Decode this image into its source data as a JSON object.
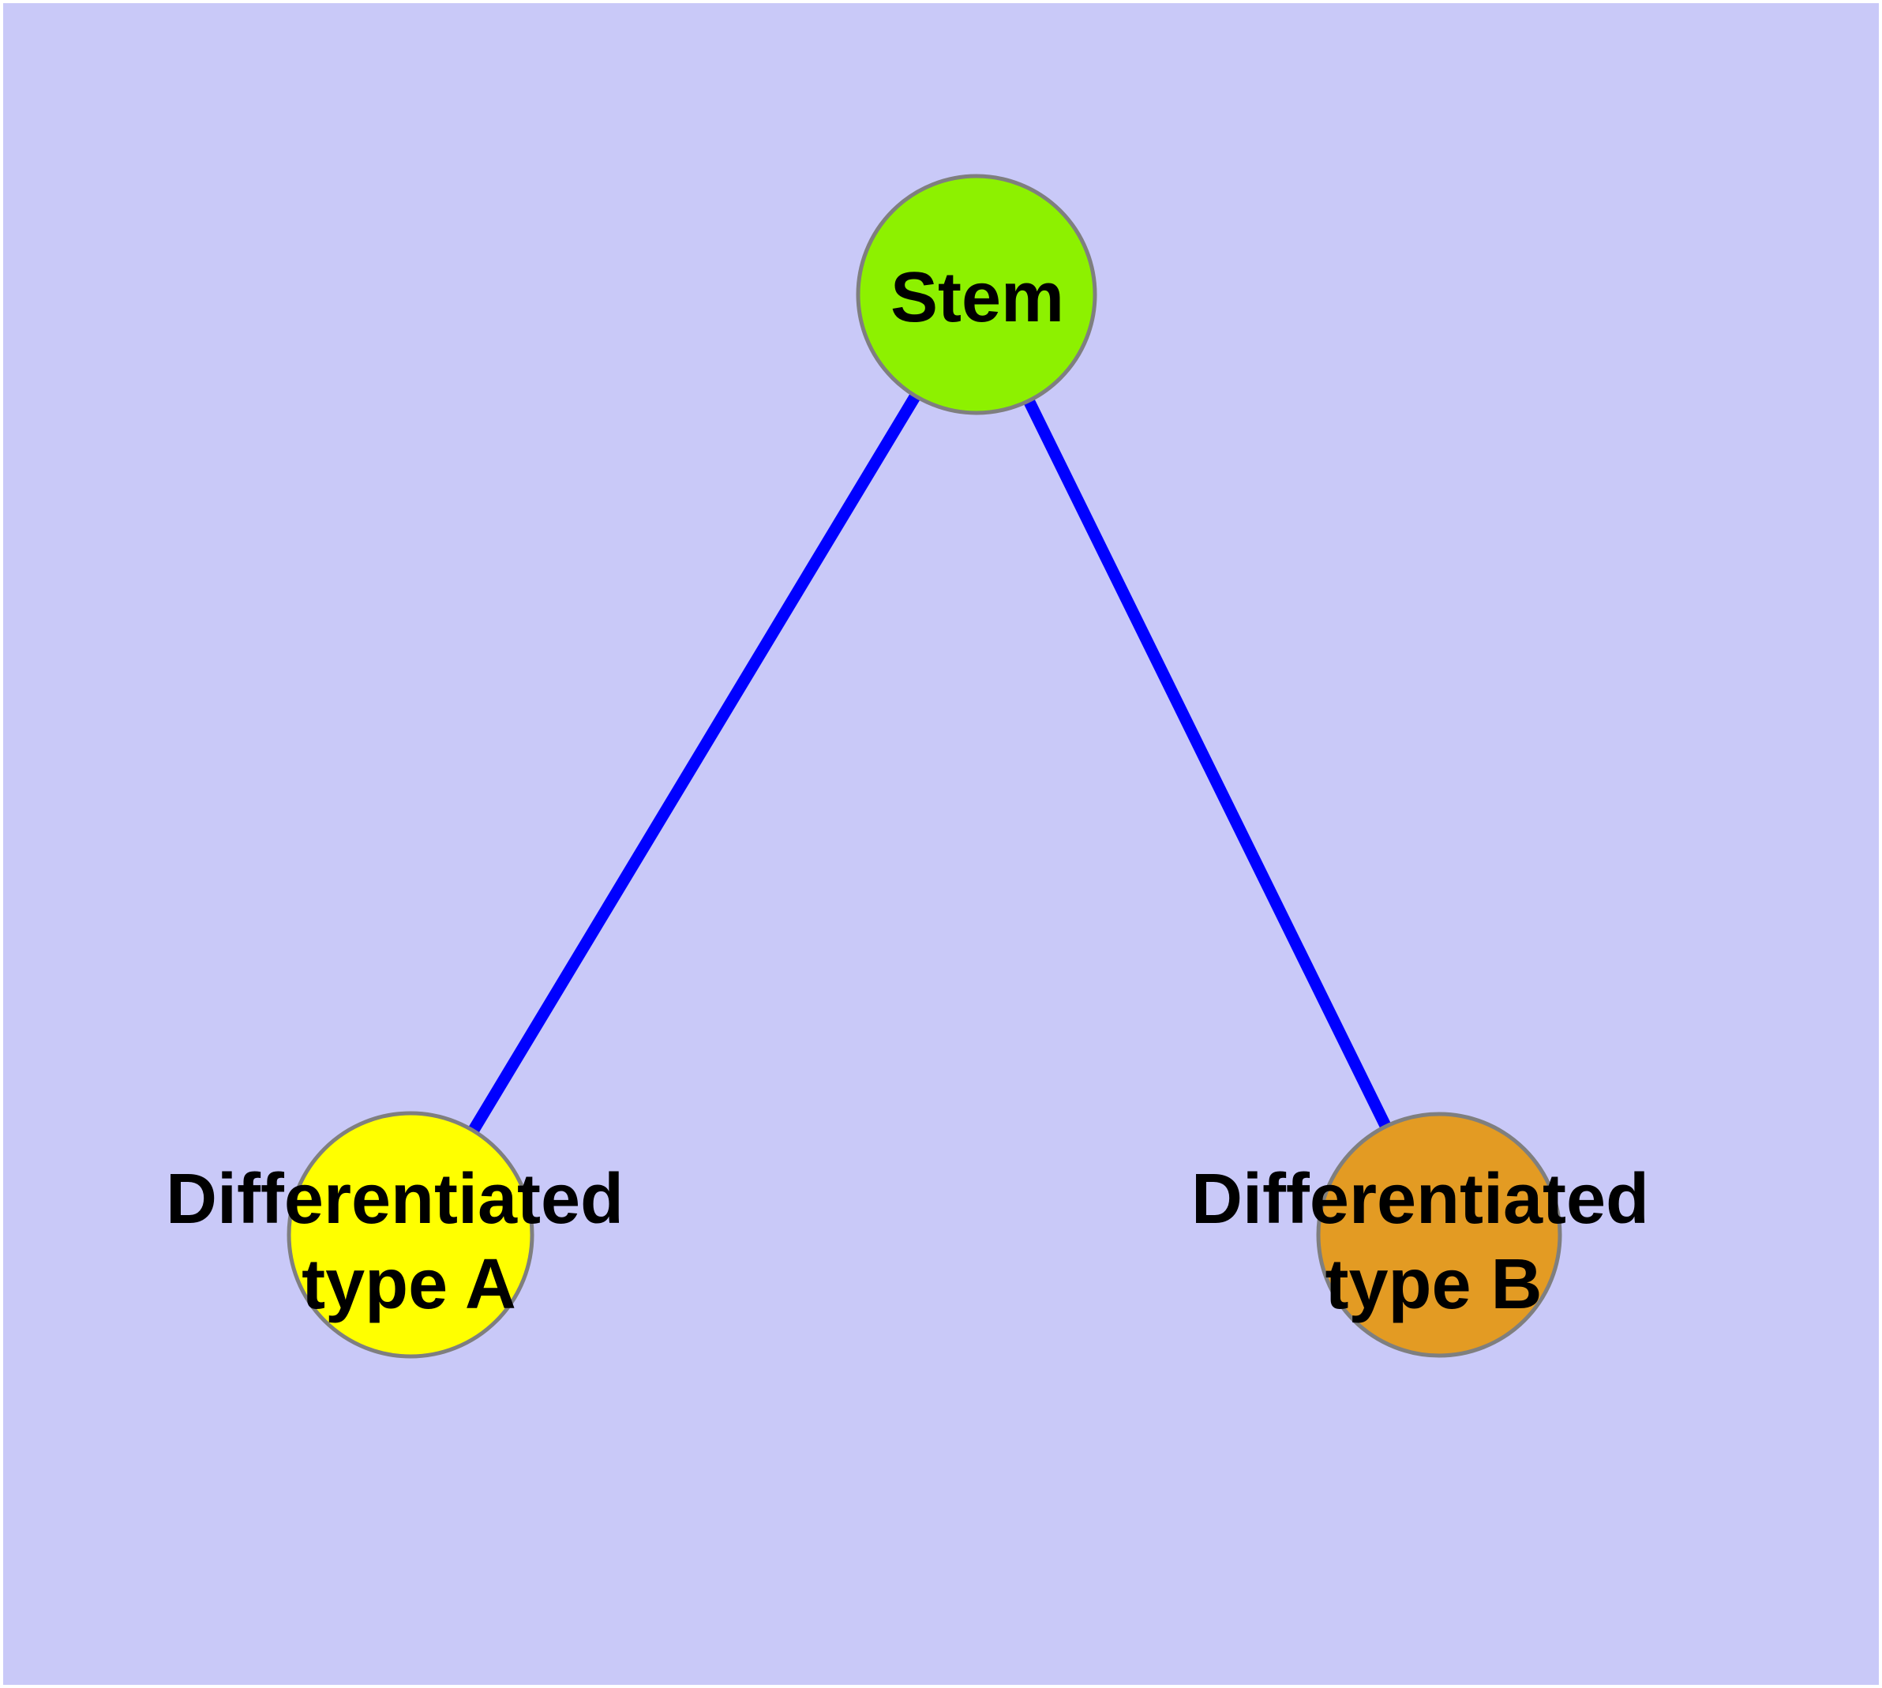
{
  "diagram": {
    "type": "graph",
    "description": "Stem cell differentiation diagram: one stem node connected to two differentiated cell-type nodes",
    "background_color": "#C9C9F8",
    "frame_color": "#FFFFFF",
    "edge_color": "#0000FF",
    "node_stroke_color": "#7F7F7F",
    "label_color": "#000000",
    "nodes": [
      {
        "id": "stem",
        "label": "Stem",
        "fill": "#8DF100"
      },
      {
        "id": "differentiated-type-a",
        "label": "Differentiated type A",
        "label_line1": "Differentiated",
        "label_line2": "type A",
        "fill": "#FFFF00"
      },
      {
        "id": "differentiated-type-b",
        "label": "Differentiated type B",
        "label_line1": "Differentiated",
        "label_line2": "type B",
        "fill": "#E39B23"
      }
    ],
    "edges": [
      {
        "from": "Stem",
        "to": "Differentiated type A"
      },
      {
        "from": "Stem",
        "to": "Differentiated type B"
      }
    ]
  }
}
